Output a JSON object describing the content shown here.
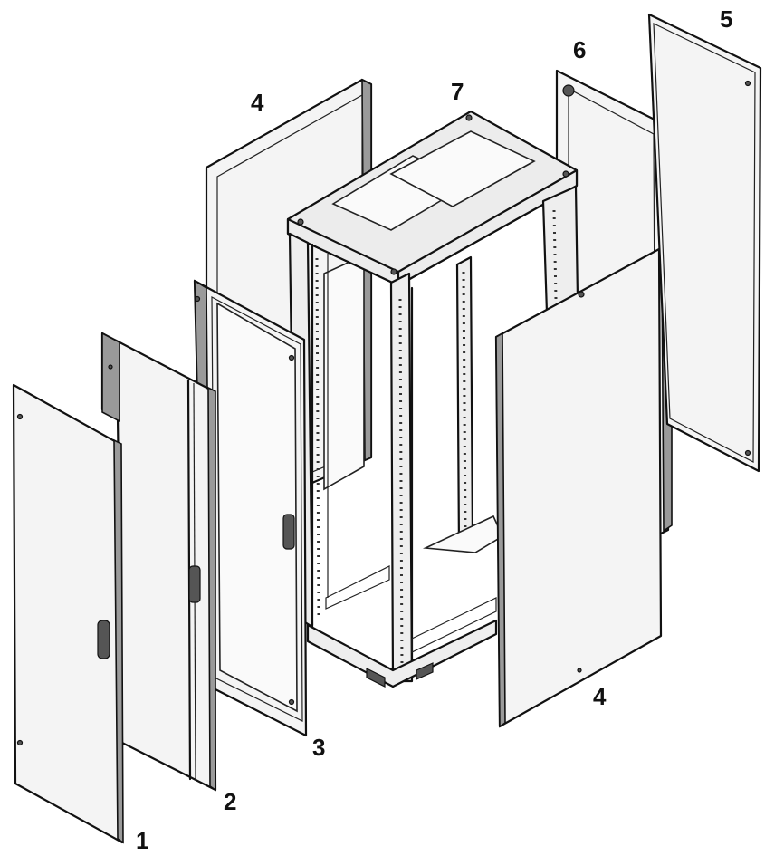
{
  "callouts": {
    "c1": "1",
    "c2": "2",
    "c3": "3",
    "c4a": "4",
    "c4b": "4",
    "c5": "5",
    "c6": "6",
    "c7": "7"
  },
  "colors": {
    "line": "#111111",
    "panel_fill": "#f4f4f4",
    "background": "#ffffff"
  }
}
